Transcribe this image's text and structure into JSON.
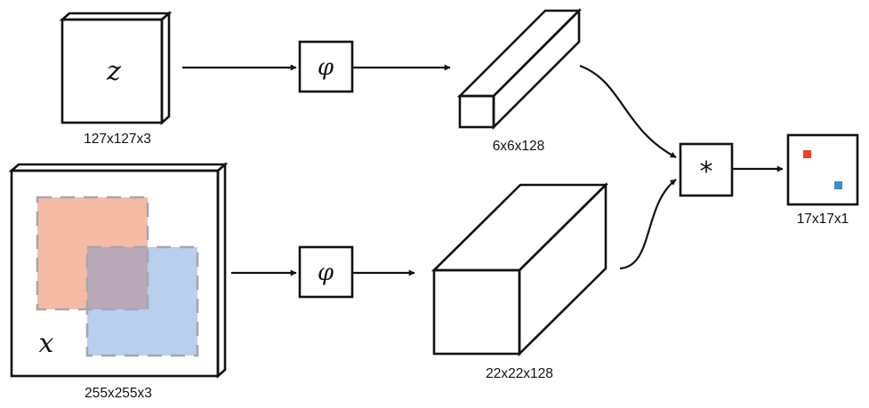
{
  "exemplar": {
    "symbol": "z",
    "size_label": "127x127x3"
  },
  "search": {
    "symbol": "x",
    "size_label": "255x255x3"
  },
  "embedding": {
    "symbol": "φ"
  },
  "exemplar_feature": {
    "size_label": "6x6x128"
  },
  "search_feature": {
    "size_label": "22x22x128"
  },
  "cross_correlation": {
    "symbol": "*"
  },
  "score_map": {
    "size_label": "17x17x1"
  },
  "colors": {
    "phi_box": "#a8b0d8",
    "correlation_box": "#b8cfb4",
    "exemplar_region": "#f5bba4",
    "search_region": "#b9cfee",
    "overlap_region": "#b9a8b8",
    "marker_red": "#e8442a",
    "marker_blue": "#3b8fd0"
  }
}
